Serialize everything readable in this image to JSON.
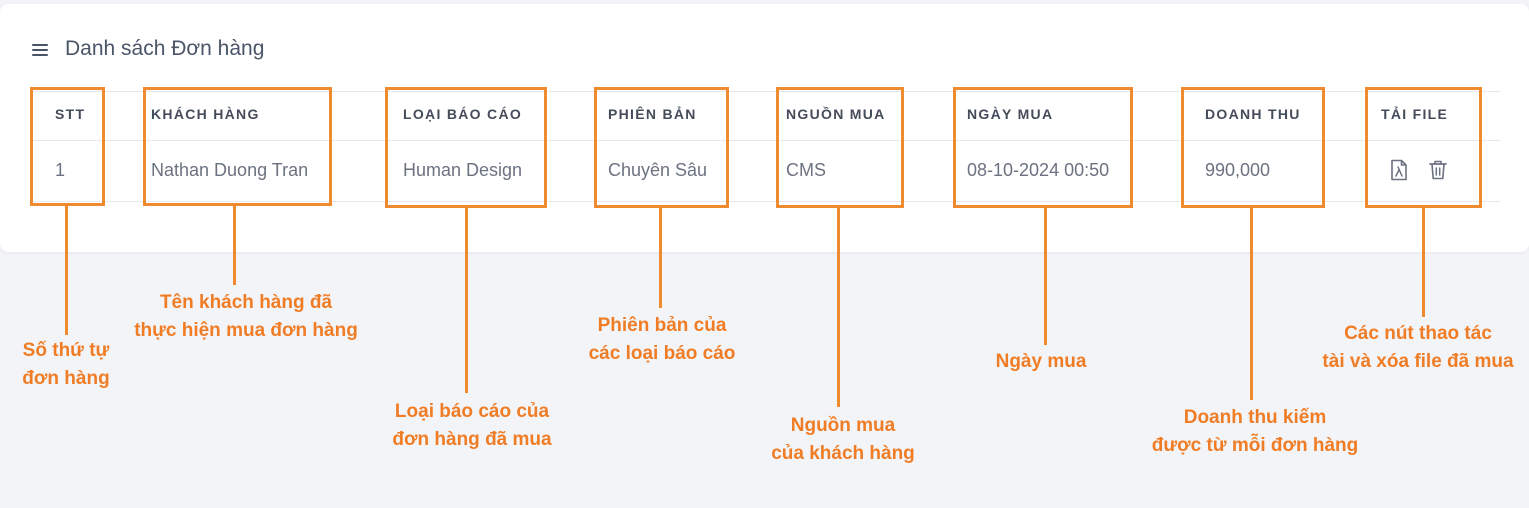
{
  "card": {
    "title": "Danh sách Đơn hàng"
  },
  "table": {
    "headers": [
      "STT",
      "KHÁCH HÀNG",
      "LOẠI BÁO CÁO",
      "PHIÊN BẢN",
      "NGUỒN MUA",
      "NGÀY MUA",
      "DOANH THU",
      "TẢI FILE"
    ],
    "rows": [
      {
        "stt": "1",
        "customer": "Nathan Duong Tran",
        "report_type": "Human Design",
        "version": "Chuyên Sâu",
        "source": "CMS",
        "date": "08-10-2024 00:50",
        "revenue": "990,000",
        "actions": [
          "pdf-download-icon",
          "trash-icon"
        ]
      }
    ]
  },
  "annotations": {
    "stt": [
      "Số thứ tự",
      "đơn hàng"
    ],
    "customer": [
      "Tên khách hàng đã",
      "thực hiện mua đơn hàng"
    ],
    "report_type": [
      "Loại báo cáo của",
      "đơn hàng đã mua"
    ],
    "version": [
      "Phiên bản của",
      "các loại báo cáo"
    ],
    "source": [
      "Nguồn mua",
      "của khách hàng"
    ],
    "date": [
      "Ngày mua"
    ],
    "revenue": [
      "Doanh thu kiếm",
      "được từ mỗi đơn hàng"
    ],
    "file": [
      "Các nút thao tác",
      "tài và xóa file đã mua"
    ]
  },
  "colors": {
    "annotation": "#f08a2e",
    "header_text": "#444c5a",
    "cell_text": "#6b7280"
  }
}
